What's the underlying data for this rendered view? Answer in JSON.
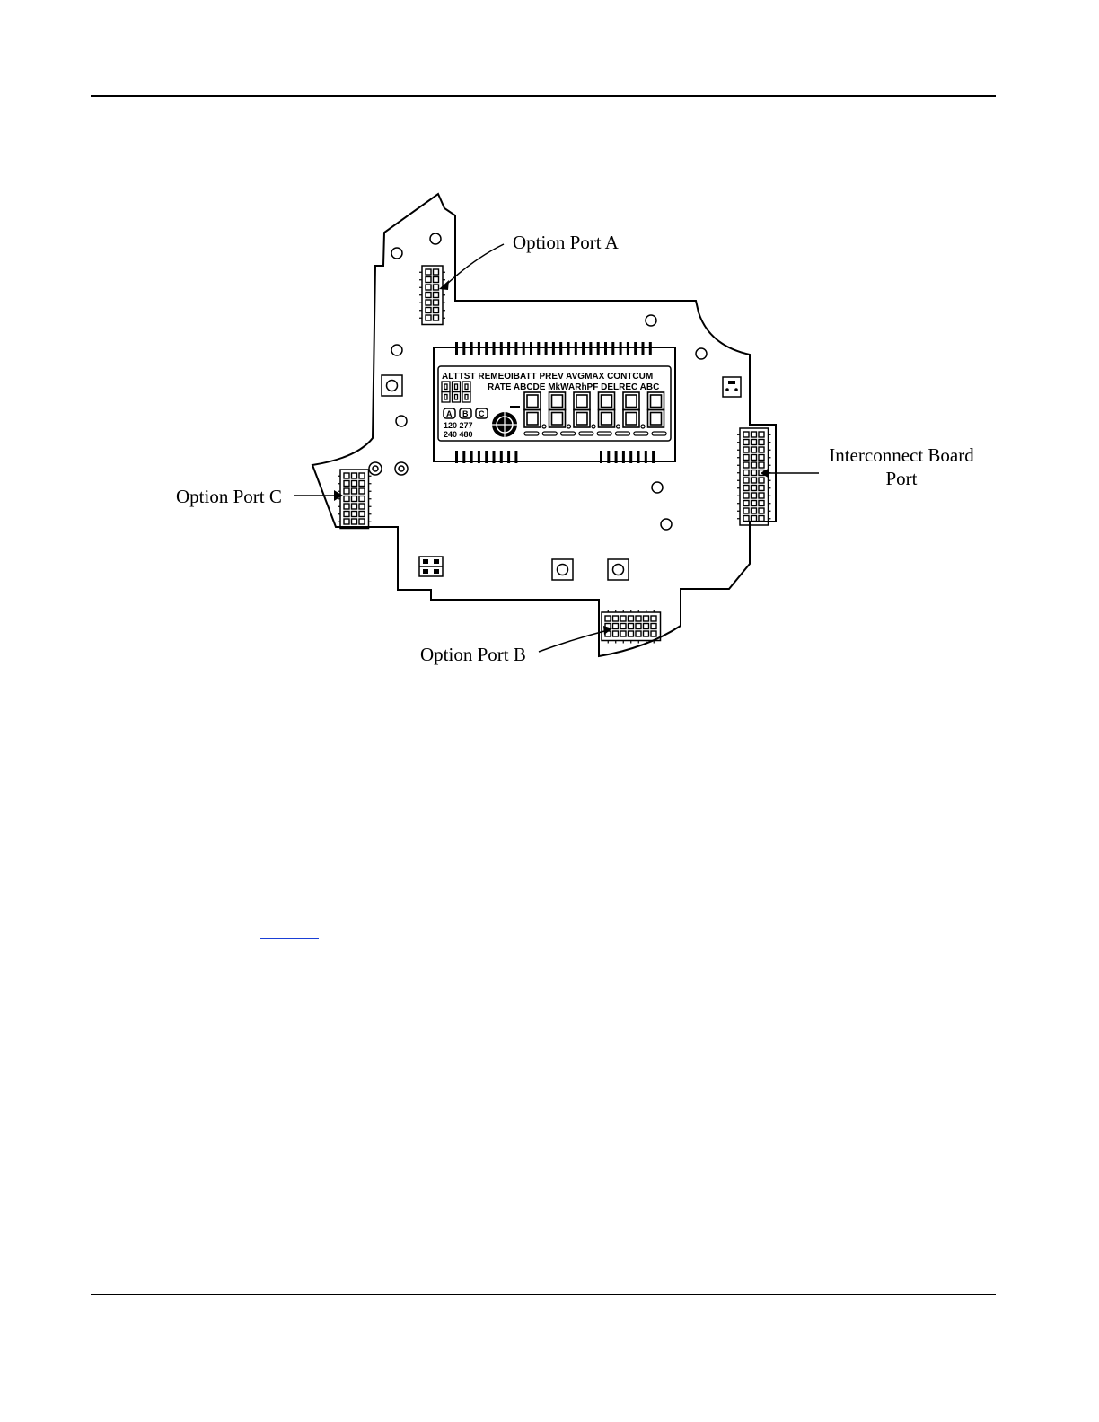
{
  "labels": {
    "option_port_a": "Option Port A",
    "option_port_b": "Option Port B",
    "option_port_c": "Option Port C",
    "interconnect_line1": "Interconnect Board",
    "interconnect_line2": "Port"
  },
  "lcd": {
    "row1": "ALTTST REMEOIBATT PREV AVGMAX CONTCUM",
    "row2": "RATE ABCDE  MkWARhPF  DELREC  ABC",
    "phase_a": "A",
    "phase_b": "B",
    "phase_c": "C",
    "volts_1": "120  277",
    "volts_2": "240  480"
  },
  "colors": {
    "ink": "#000000",
    "link": "#1a3fd6"
  }
}
